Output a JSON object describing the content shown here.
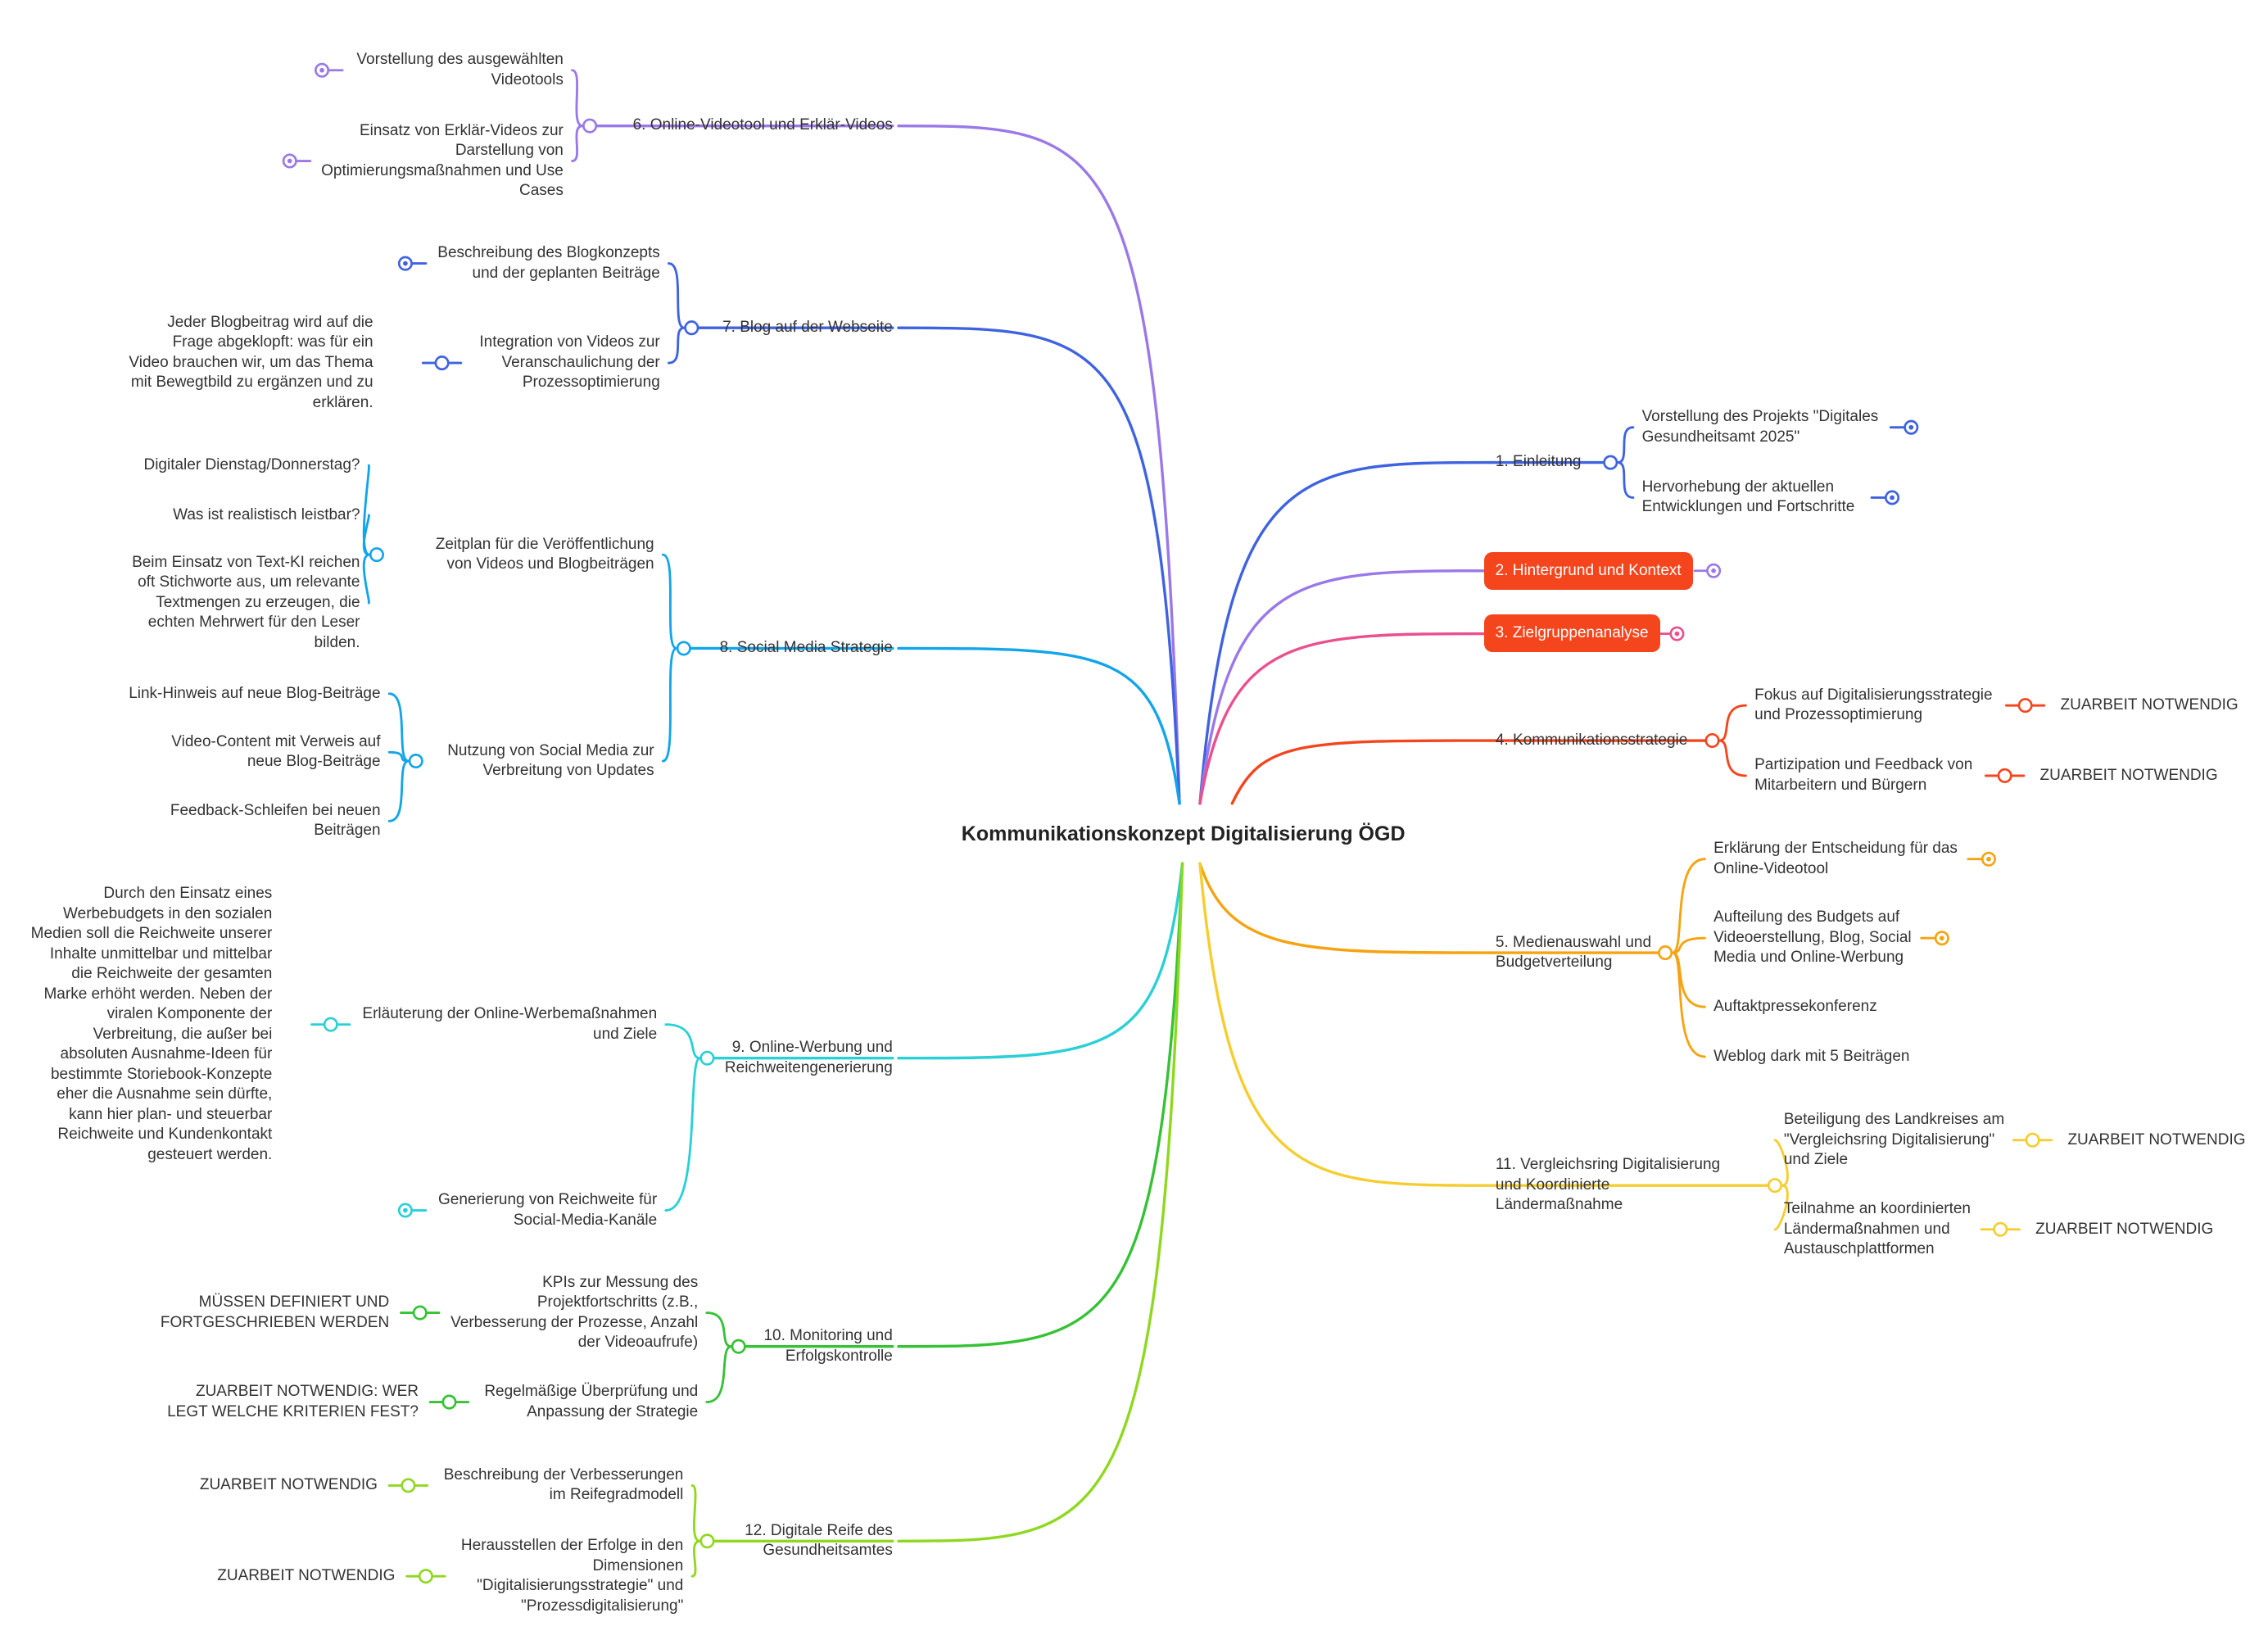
{
  "root": "Kommunikationskonzept Digitalisierung ÖGD",
  "branches": [
    {
      "id": "b1",
      "label": "1. Einleitung",
      "color": "#3f63e0",
      "children": [
        {
          "label": "Vorstellung des Projekts \"Digitales\nGesundheitsamt 2025\""
        },
        {
          "label": "Hervorhebung der aktuellen\nEntwicklungen und Fortschritte"
        }
      ]
    },
    {
      "id": "b2",
      "label": "2. Hintergrund und Kontext",
      "color": "#9a78e8",
      "collapsed": true,
      "pill_color": "#f4451d"
    },
    {
      "id": "b3",
      "label": "3. Zielgruppenanalyse",
      "color": "#ea4f8e",
      "collapsed": true,
      "pill_color": "#f4451d"
    },
    {
      "id": "b4",
      "label": "4. Kommunikationsstrategie",
      "color": "#f4451d",
      "children": [
        {
          "label": "Fokus auf Digitalisierungsstrategie\nund Prozessoptimierung",
          "children": [
            {
              "label": "ZUARBEIT NOTWENDIG"
            }
          ]
        },
        {
          "label": "Partizipation und Feedback von\n Mitarbeitern und Bürgern",
          "children": [
            {
              "label": "ZUARBEIT NOTWENDIG"
            }
          ]
        }
      ]
    },
    {
      "id": "b5",
      "label": "5. Medienauswahl und\nBudgetverteilung",
      "color": "#f5a310",
      "children": [
        {
          "label": "Erklärung der Entscheidung für das\nOnline-Videotool"
        },
        {
          "label": "Aufteilung des Budgets auf\nVideoerstellung, Blog, Social\nMedia und Online-Werbung"
        },
        {
          "label": "Auftaktpressekonferenz"
        },
        {
          "label": "Weblog dark mit 5 Beiträgen"
        }
      ]
    },
    {
      "id": "b11",
      "label": "11. Vergleichsring Digitalisierung\nund Koordinierte\nLändermaßnahme",
      "color": "#f5cd2e",
      "children": [
        {
          "label": "Beteiligung des Landkreises am\n\"Vergleichsring Digitalisierung\"\nund Ziele",
          "children": [
            {
              "label": "ZUARBEIT NOTWENDIG"
            }
          ]
        },
        {
          "label": "Teilnahme an koordinierten\nLändermaßnahmen und\nAustauschplattformen",
          "children": [
            {
              "label": "ZUARBEIT NOTWENDIG"
            }
          ]
        }
      ]
    },
    {
      "id": "b6",
      "label": "6. Online-Videotool und Erklär-Videos",
      "color": "#9a78e8",
      "children": [
        {
          "label": "Vorstellung des ausgewählten\nVideotools"
        },
        {
          "label": "Einsatz von Erklär-Videos zur\nDarstellung von\nOptimierungsmaßnahmen und Use\nCases"
        }
      ]
    },
    {
      "id": "b7",
      "label": "7. Blog auf der Webseite",
      "color": "#3f63e0",
      "children": [
        {
          "label": "Beschreibung des Blogkonzepts\nund der geplanten Beiträge"
        },
        {
          "label": "Integration von Videos zur\nVeranschaulichung der\nProzessoptimierung",
          "children": [
            {
              "label": "Jeder Blogbeitrag wird auf die\nFrage abgeklopft: was für ein\nVideo brauchen wir, um das Thema\nmit Bewegtbild zu ergänzen und zu\nerklären."
            }
          ]
        }
      ]
    },
    {
      "id": "b8",
      "label": "8. Social Media Strategie",
      "color": "#12a5ea",
      "children": [
        {
          "label": "Zeitplan für die Veröffentlichung\nvon Videos und Blogbeiträgen",
          "children": [
            {
              "label": "Digitaler Dienstag/Donnerstag?"
            },
            {
              "label": "Was ist realistisch leistbar?"
            },
            {
              "label": "Beim Einsatz von Text-KI reichen\noft Stichworte aus, um relevante\nTextmengen zu erzeugen, die\nechten Mehrwert für den Leser\nbilden."
            }
          ]
        },
        {
          "label": "Nutzung von Social Media zur\nVerbreitung von Updates",
          "children": [
            {
              "label": "Link-Hinweis auf neue Blog-Beiträge"
            },
            {
              "label": "Video-Content mit Verweis auf\nneue Blog-Beiträge"
            },
            {
              "label": "Feedback-Schleifen bei neuen\nBeiträgen"
            }
          ]
        }
      ]
    },
    {
      "id": "b9",
      "label": "9. Online-Werbung und\nReichweitengenerierung",
      "color": "#2ad0d6",
      "children": [
        {
          "label": "Erläuterung der Online-Werbemaßnahmen\nund Ziele",
          "children": [
            {
              "label": "Durch den Einsatz eines\nWerbebudgets in den sozialen\nMedien soll die Reichweite unserer\nInhalte unmittelbar und mittelbar\ndie Reichweite der gesamten\nMarke erhöht werden. Neben der\nviralen Komponente der\nVerbreitung, die außer bei\nabsoluten Ausnahme-Ideen für\nbestimmte Storiebook-Konzepte\neher die Ausnahme sein dürfte,\nkann hier plan- und steuerbar\nReichweite und Kundenkontakt\ngesteuert werden."
            }
          ]
        },
        {
          "label": "Generierung von Reichweite für\nSocial-Media-Kanäle"
        }
      ]
    },
    {
      "id": "b10",
      "label": "10. Monitoring und\nErfolgskontrolle",
      "color": "#35c235",
      "children": [
        {
          "label": "KPIs zur Messung des\nProjektfortschritts (z.B.,\nVerbesserung der Prozesse, Anzahl\nder Videoaufrufe)",
          "children": [
            {
              "label": "MÜSSEN DEFINIERT UND\nFORTGESCHRIEBEN WERDEN"
            }
          ]
        },
        {
          "label": "Regelmäßige Überprüfung und\nAnpassung der Strategie",
          "children": [
            {
              "label": "ZUARBEIT NOTWENDIG: WER\nLEGT WELCHE KRITERIEN FEST?"
            }
          ]
        }
      ]
    },
    {
      "id": "b12",
      "label": "12. Digitale Reife des\nGesundheitsamtes",
      "color": "#8fd81f",
      "children": [
        {
          "label": "Beschreibung der Verbesserungen\nim Reifegradmodell",
          "children": [
            {
              "label": "ZUARBEIT NOTWENDIG"
            }
          ]
        },
        {
          "label": "Herausstellen der Erfolge in den\nDimensionen\n\"Digitalisierungsstrategie\" und\n\"Prozessdigitalisierung\"",
          "children": [
            {
              "label": "ZUARBEIT NOTWENDIG"
            }
          ]
        }
      ]
    }
  ]
}
